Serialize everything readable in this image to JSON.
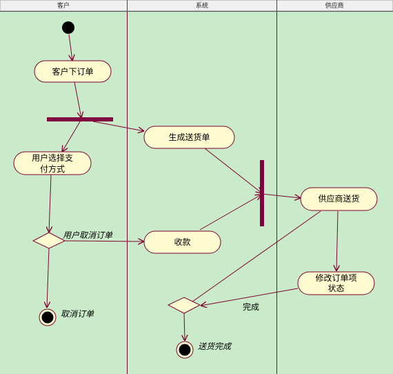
{
  "lanes": [
    {
      "title": "客户"
    },
    {
      "title": "系统"
    },
    {
      "title": "供应商"
    }
  ],
  "activities": {
    "place_order": "客户下订单",
    "choose_payment": [
      "用户选择支",
      "付方式"
    ],
    "generate_delivery": "生成送货单",
    "collect_payment": "收款",
    "supplier_delivery": "供应商送货",
    "update_status": [
      "修改订单项",
      "状态"
    ]
  },
  "labels": {
    "cancel_guard": "用户取消订单",
    "complete_guard": "完成",
    "cancel_end": "取消订单",
    "delivered_end": "送货完成"
  },
  "colors": {
    "lane_bg": "#c9ebc9",
    "node_fill": "#fffbd0",
    "line": "#800030",
    "bar": "#800040"
  }
}
